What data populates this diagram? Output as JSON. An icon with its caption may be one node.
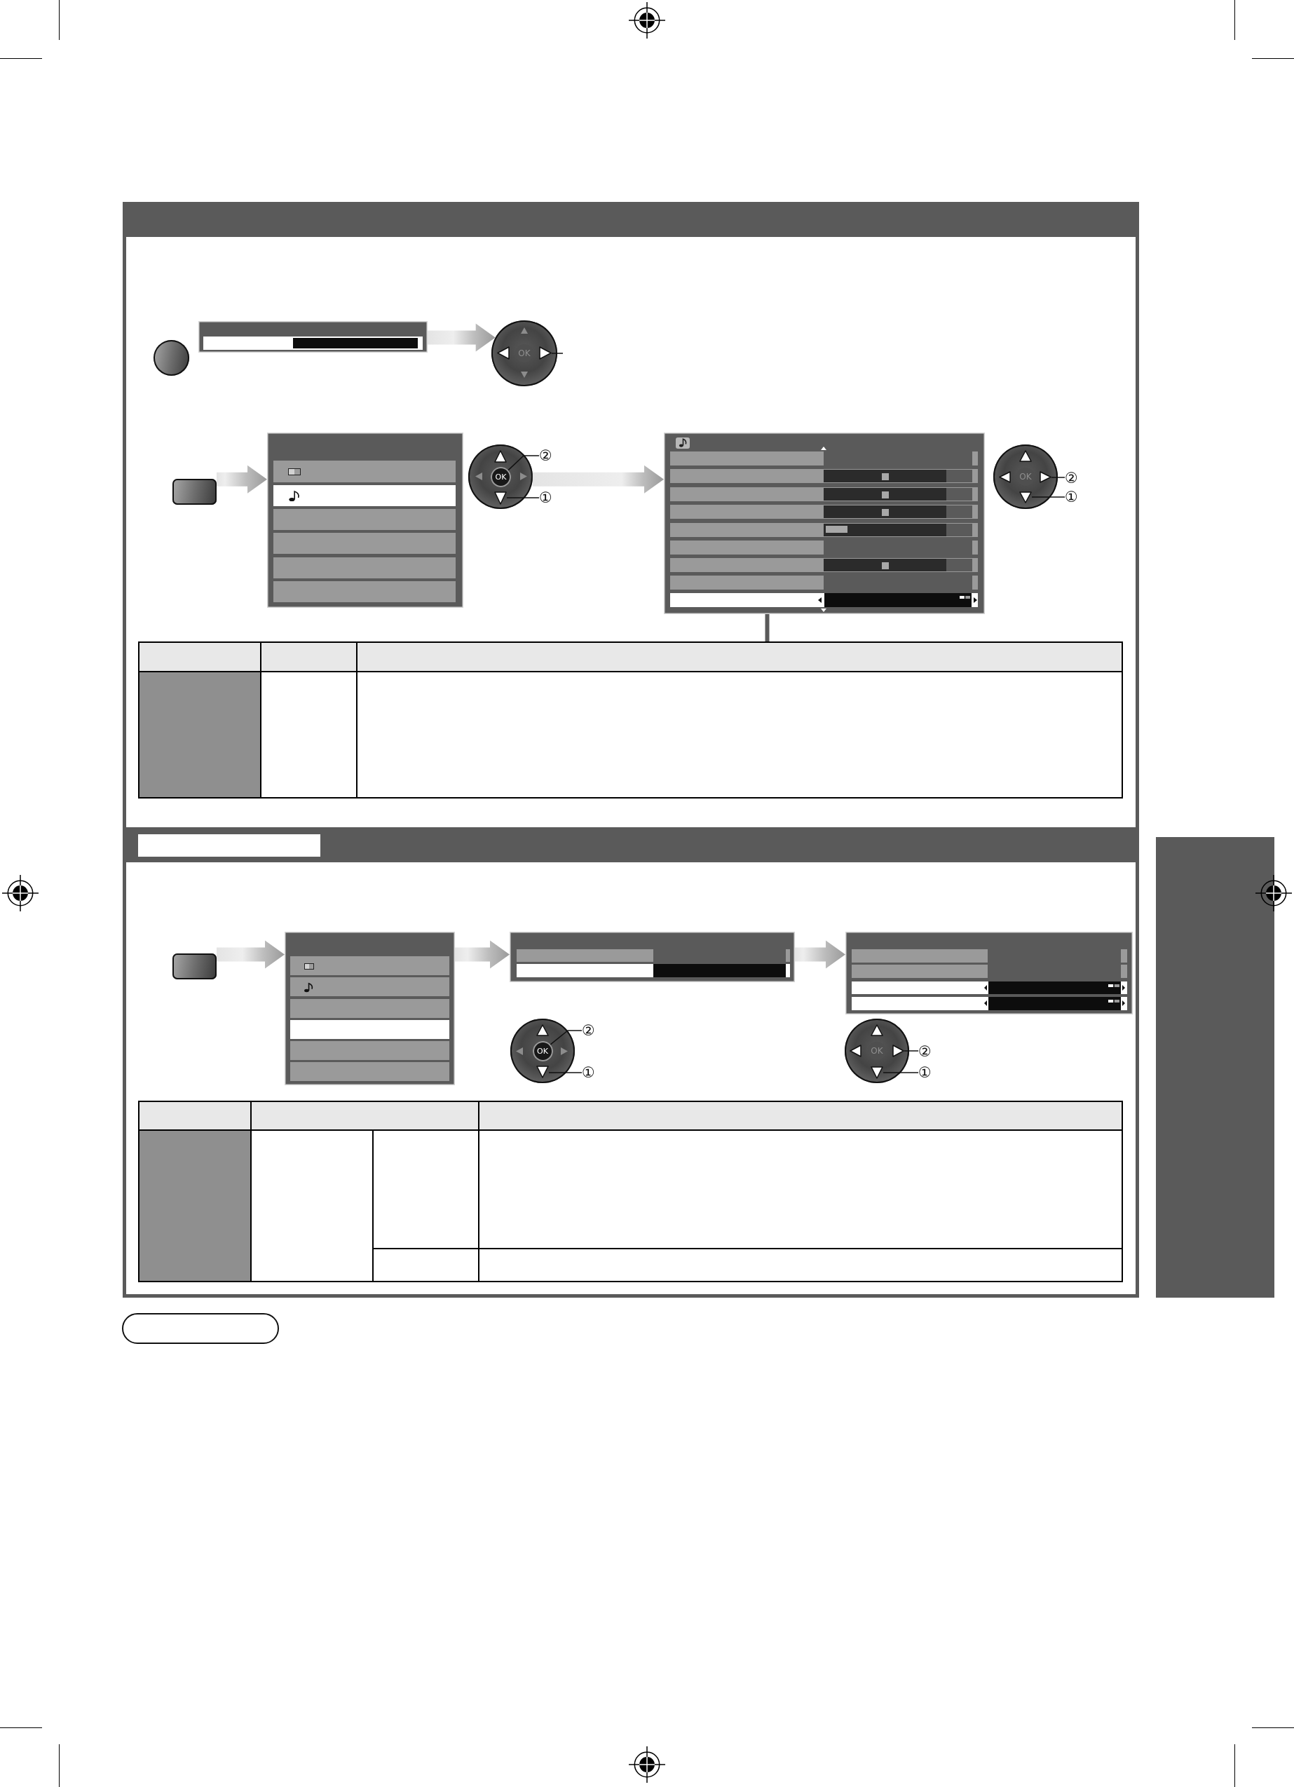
{
  "diagram": {
    "nodes": [
      {
        "text": [],
        "shape": "circle"
      },
      {
        "text": [],
        "shape": "screen"
      },
      {
        "text": [],
        "shape": "circle"
      },
      {
        "text": [
          "OK"
        ],
        "in": 2
      },
      {
        "text": [],
        "shape": "triangle",
        "in": 2
      },
      {
        "text": [],
        "shape": "box"
      },
      {
        "text": [],
        "shape": "screen"
      },
      {
        "text": [],
        "shape": "circle"
      },
      {
        "text": [
          "OK"
        ],
        "in": 7
      },
      {
        "text": [],
        "shape": "triangle",
        "in": 7
      },
      {
        "text": [
          "②"
        ]
      },
      {
        "text": [
          "①"
        ]
      },
      {
        "text": [],
        "shape": "screen"
      },
      {
        "text": [],
        "shape": "circle"
      },
      {
        "text": [
          "OK"
        ],
        "in": 13
      },
      {
        "text": [],
        "shape": "triangle",
        "in": 13
      },
      {
        "text": [],
        "shape": "triangle",
        "in": 13
      },
      {
        "text": [
          "②"
        ]
      },
      {
        "text": [
          "①"
        ]
      },
      {
        "text": [],
        "shape": "table"
      },
      {
        "text": [],
        "shape": "box"
      },
      {
        "text": [],
        "shape": "box"
      },
      {
        "text": [],
        "shape": "box"
      },
      {
        "text": [],
        "shape": "screen"
      },
      {
        "text": [],
        "shape": "screen"
      },
      {
        "text": [],
        "shape": "screen"
      },
      {
        "text": [],
        "shape": "circle"
      },
      {
        "text": [
          "OK"
        ],
        "in": 26
      },
      {
        "text": [],
        "shape": "triangle",
        "in": 26
      },
      {
        "text": [
          "②"
        ]
      },
      {
        "text": [
          "①"
        ]
      },
      {
        "text": [],
        "shape": "circle"
      },
      {
        "text": [
          "OK"
        ],
        "in": 31
      },
      {
        "text": [],
        "shape": "triangle",
        "in": 31
      },
      {
        "text": [],
        "shape": "triangle",
        "in": 31
      },
      {
        "text": [
          "②"
        ]
      },
      {
        "text": [
          "①"
        ]
      },
      {
        "text": [],
        "shape": "box"
      }
    ],
    "edges": [
      {
        "from": 1,
        "to": 2,
        "arrow": "to",
        "style": "thick",
        "color": "#9a9a9a"
      },
      {
        "from": null,
        "to": 4,
        "arrow": "none"
      },
      {
        "from": 5,
        "to": 6,
        "arrow": "to",
        "style": "thick",
        "color": "#9a9a9a"
      },
      {
        "from": 10,
        "to": 8,
        "arrow": "none"
      },
      {
        "from": 11,
        "to": 9,
        "arrow": "none"
      },
      {
        "from": 7,
        "to": 12,
        "arrow": "to",
        "style": "thick",
        "color": "#9a9a9a"
      },
      {
        "from": 17,
        "to": 15,
        "arrow": "none"
      },
      {
        "from": 18,
        "to": 16,
        "arrow": "none"
      },
      {
        "from": 12,
        "to": 19,
        "arrow": "none",
        "style": "thick",
        "color": "#5a5a5a"
      },
      {
        "from": 22,
        "to": 23,
        "arrow": "to",
        "style": "thick",
        "color": "#9a9a9a"
      },
      {
        "from": 23,
        "to": 24,
        "arrow": "to",
        "style": "thick",
        "color": "#9a9a9a"
      },
      {
        "from": 24,
        "to": 25,
        "arrow": "to",
        "style": "thick",
        "color": "#9a9a9a"
      },
      {
        "from": 29,
        "to": 27,
        "arrow": "none"
      },
      {
        "from": 30,
        "to": 28,
        "arrow": "none"
      },
      {
        "from": 35,
        "to": 33,
        "arrow": "none"
      },
      {
        "from": 36,
        "to": 34,
        "arrow": "none"
      }
    ]
  }
}
